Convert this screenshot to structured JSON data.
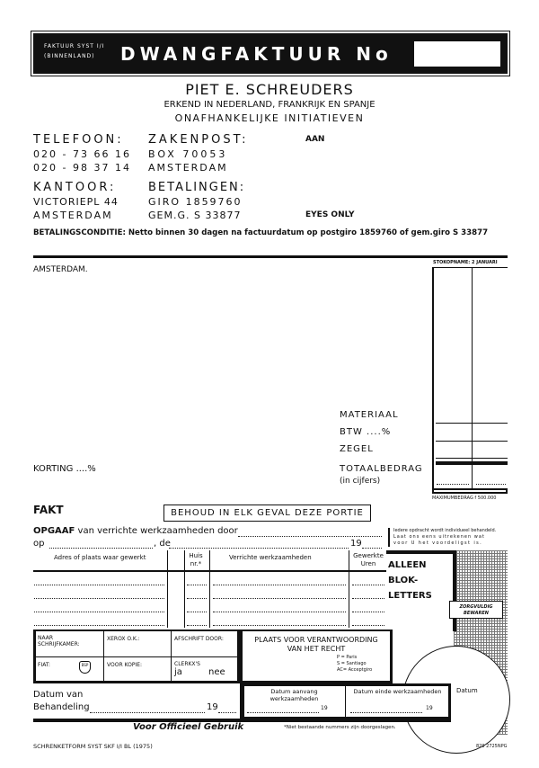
{
  "header": {
    "system": "FAKTUUR SYST I/I",
    "region": "(BINNENLAND)",
    "title": "DWANGFAKTUUR",
    "number_label": "No",
    "number_value": ""
  },
  "company": {
    "name": "PIET E. SCHREUDERS",
    "line1": "ERKEND IN NEDERLAND, FRANKRIJK EN SPANJE",
    "line2": "ONAFHANKELIJKE INITIATIEVEN"
  },
  "contact": {
    "telefoon_label": "TELEFOON:",
    "tel1": "020 - 73 66 16",
    "tel2": "020 - 98 37 14",
    "zakenpost_label": "ZAKENPOST:",
    "box": "BOX 70053",
    "box_city": "AMSTERDAM",
    "kantoor_label": "KANTOOR:",
    "address": "VICTORIEPL 44",
    "city": "AMSTERDAM",
    "betalingen_label": "BETALINGEN:",
    "giro": "GIRO 1859760",
    "gemg": "GEM.G. S 33877",
    "aan": "AAN",
    "eyes_only": "EYES ONLY"
  },
  "conditions": "BETALINGSCONDITIE: Netto binnen 30 dagen na factuurdatum op postgiro 1859760 of gem.giro S 33877",
  "invoice": {
    "place": "AMSTERDAM.",
    "stock": "STOKOPNAME: 2 JANUARI",
    "korting": "KORTING ....%",
    "materiaal": "MATERIAAL",
    "btw": "BTW ....%",
    "zegel": "ZEGEL",
    "totaal": "TOTAALBEDRAG",
    "in_cijfers": "(in cijfers)",
    "max": "MAXIMUMBEDRAG f 500.000"
  },
  "slip": {
    "fakt": "FAKT",
    "keep": "BEHOUD IN ELK GEVAL DEZE PORTIE",
    "opgaaf_bold": "OPGAAF",
    "opgaaf_rest": "van verrichte werkzaamheden door",
    "op": "op",
    "de": ", de",
    "year": "19",
    "notice": [
      "Iedere opdracht wordt individueel behandeld.",
      "Laat ons eens uitrekenen wat",
      "voor U het voordeligst is."
    ],
    "columns": [
      "Adres of plaats waar gewerkt",
      "Huis nr.*",
      "Verrichte werkzaamheden",
      "Gewerkte Uren"
    ],
    "block": [
      "ALLEEN",
      "BLOK-",
      "LETTERS"
    ],
    "keep_safe": [
      "ZORGVULDIG",
      "BEWAREN"
    ],
    "naar": "NAAR SCHRIJFKAMER:",
    "xerox": "XEROX O.K.:",
    "afschrift": "AFSCHRIFT DOOR:",
    "fiat": "FIAT:",
    "fiat_stamp": "BSP",
    "kopie": "VOOR KOPIE:",
    "clerkx": "CLERKX'S",
    "ja": "ja",
    "nee": "nee",
    "plaats": "PLAATS VOOR VERANTWOORDING VAN HET RECHT",
    "legend": [
      "P = Paris",
      "S = Santiago",
      "AC= Acceptgiro"
    ],
    "datum_van": "Datum van",
    "behandeling": "Behandeling",
    "aanvang": "Datum aanvang werkzaamheden",
    "einde": "Datum einde werkzaamheden",
    "datum": "Datum",
    "official": "Voor Officieel Gebruik",
    "footnote": "*Niet bestaande nummers zijn doorgeslagen."
  },
  "footer": {
    "left": "SCHRENKETFORM SYST SKF I/I BL (1975)",
    "right": "829 2725NPG"
  }
}
